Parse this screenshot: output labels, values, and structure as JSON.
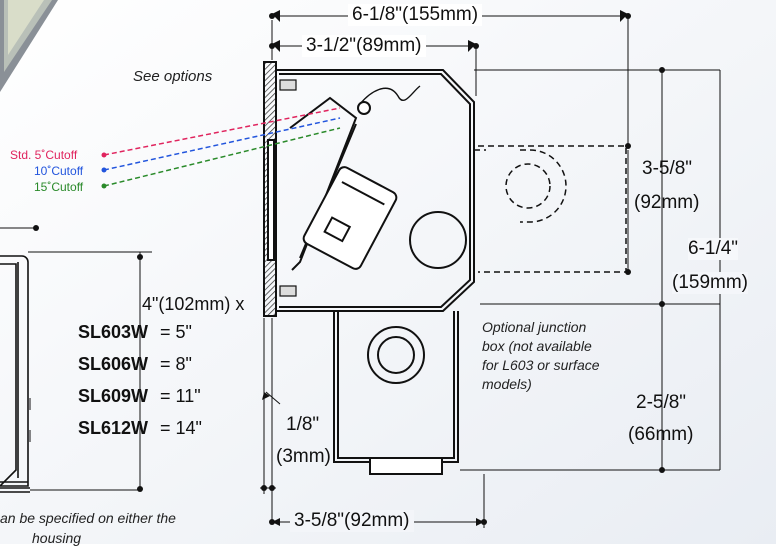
{
  "labels": {
    "see_options": "See options",
    "top_width": "6-1/8\"(155mm)",
    "top_depth": "3-1/2\"(89mm)",
    "right_upper_a": "3-5/8\"",
    "right_upper_b": "(92mm)",
    "right_total_a": "6-1/4\"",
    "right_total_b": "(159mm)",
    "right_lower_a": "2-5/8\"",
    "right_lower_b": "(66mm)",
    "bottom_width": "3-5/8\"(92mm)",
    "flange_a": "1/8\"",
    "flange_b": "(3mm)",
    "length_header": "4\"(102mm) x",
    "junction_note": [
      "Optional junction",
      "box (not available",
      "for L603 or surface",
      "models)"
    ],
    "footnote_a": "an be specified on either the",
    "footnote_b": "housing"
  },
  "cutoffs": [
    {
      "label": "Std. 5˚Cutoff",
      "color": "#e0245e"
    },
    {
      "label": "10˚Cutoff",
      "color": "#2255dd"
    },
    {
      "label": "15˚Cutoff",
      "color": "#2a8a2a"
    }
  ],
  "models": [
    {
      "name": "SL603W",
      "value": "= 5\""
    },
    {
      "name": "SL606W",
      "value": "= 8\""
    },
    {
      "name": "SL609W",
      "value": "= 11\""
    },
    {
      "name": "SL612W",
      "value": "= 14\""
    }
  ]
}
